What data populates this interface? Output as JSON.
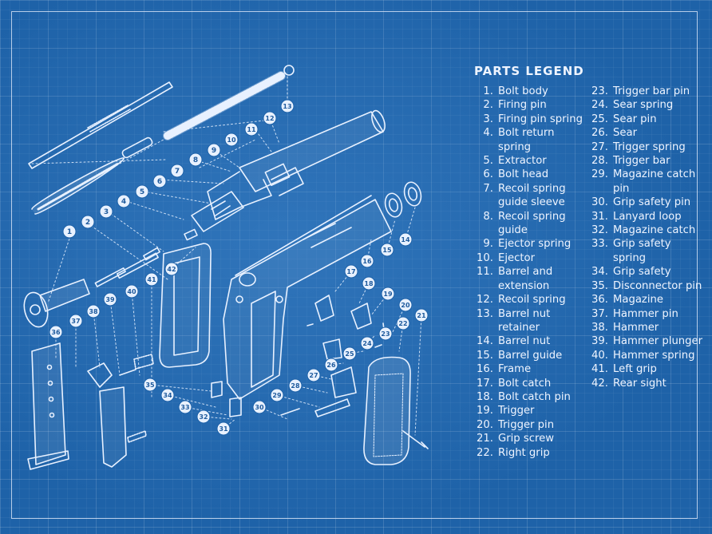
{
  "legend": {
    "title": "PARTS LEGEND",
    "left": [
      {
        "n": "1.",
        "name": "Bolt body"
      },
      {
        "n": "2.",
        "name": "Firing pin"
      },
      {
        "n": "3.",
        "name": "Firing pin spring"
      },
      {
        "n": "4.",
        "name": "Bolt return spring"
      },
      {
        "n": "5.",
        "name": "Extractor"
      },
      {
        "n": "6.",
        "name": "Bolt head"
      },
      {
        "n": "7.",
        "name": "Recoil spring guide sleeve"
      },
      {
        "n": "8.",
        "name": "Recoil spring guide"
      },
      {
        "n": "9.",
        "name": "Ejector spring"
      },
      {
        "n": "10.",
        "name": "Ejector"
      },
      {
        "n": "11.",
        "name": "Barrel and extension"
      },
      {
        "n": "12.",
        "name": "Recoil spring"
      },
      {
        "n": "13.",
        "name": "Barrel nut retainer"
      },
      {
        "n": "14.",
        "name": "Barrel nut"
      },
      {
        "n": "15.",
        "name": "Barrel guide"
      },
      {
        "n": "16.",
        "name": "Frame"
      },
      {
        "n": "17.",
        "name": "Bolt catch"
      },
      {
        "n": "18.",
        "name": "Bolt catch pin"
      },
      {
        "n": "19.",
        "name": "Trigger"
      },
      {
        "n": "20.",
        "name": "Trigger pin"
      },
      {
        "n": "21.",
        "name": "Grip screw"
      },
      {
        "n": "22.",
        "name": "Right grip"
      }
    ],
    "right": [
      {
        "n": "23.",
        "name": "Trigger bar pin"
      },
      {
        "n": "24.",
        "name": "Sear spring"
      },
      {
        "n": "25.",
        "name": "Sear pin"
      },
      {
        "n": "26.",
        "name": "Sear"
      },
      {
        "n": "27.",
        "name": "Trigger spring"
      },
      {
        "n": "28.",
        "name": "Trigger bar"
      },
      {
        "n": "29.",
        "name": "Magazine catch pin"
      },
      {
        "n": "30.",
        "name": "Grip safety pin"
      },
      {
        "n": "31.",
        "name": "Lanyard loop"
      },
      {
        "n": "32.",
        "name": "Magazine catch"
      },
      {
        "n": "33.",
        "name": "Grip safety spring"
      },
      {
        "n": "34.",
        "name": "Grip safety"
      },
      {
        "n": "35.",
        "name": "Disconnector pin"
      },
      {
        "n": "36.",
        "name": "Magazine"
      },
      {
        "n": "37.",
        "name": "Hammer pin"
      },
      {
        "n": "38.",
        "name": "Hammer"
      },
      {
        "n": "39.",
        "name": "Hammer plunger"
      },
      {
        "n": "40.",
        "name": "Hammer spring"
      },
      {
        "n": "41.",
        "name": "Left grip"
      },
      {
        "n": "42.",
        "name": "Rear sight"
      }
    ]
  },
  "callouts": [
    "1",
    "2",
    "3",
    "4",
    "5",
    "6",
    "7",
    "8",
    "9",
    "10",
    "11",
    "12",
    "13",
    "14",
    "15",
    "16",
    "17",
    "18",
    "19",
    "20",
    "21",
    "22",
    "23",
    "24",
    "25",
    "26",
    "27",
    "28",
    "29",
    "30",
    "31",
    "32",
    "33",
    "34",
    "35",
    "36",
    "37",
    "38",
    "39",
    "40",
    "41",
    "42"
  ],
  "colors": {
    "background": "#1e62a8",
    "ink": "#eef4ff"
  }
}
